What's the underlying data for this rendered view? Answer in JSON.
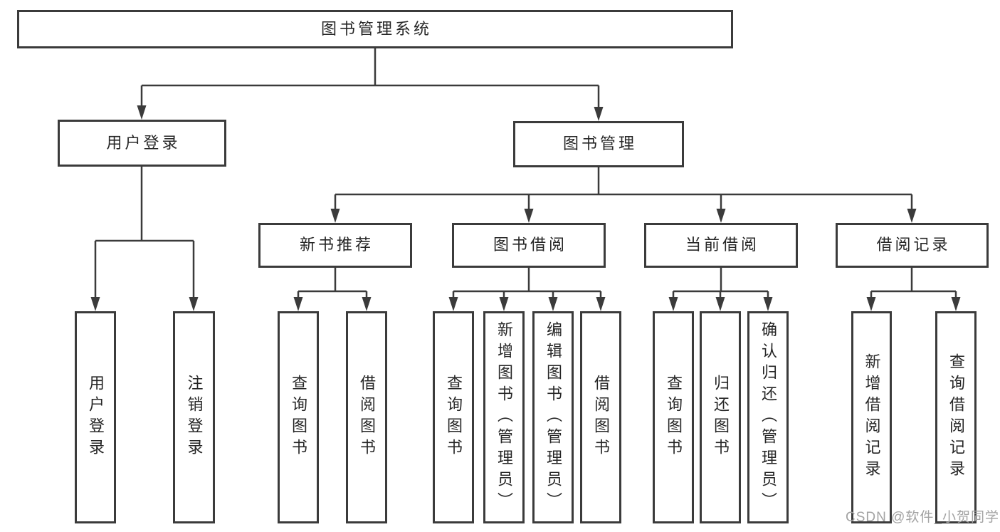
{
  "watermark": "CSDN @软件_小贺同学",
  "tree": {
    "root": {
      "label": "图书管理系统"
    },
    "level2": [
      {
        "label": "用户登录"
      },
      {
        "label": "图书管理"
      }
    ],
    "level3": [
      {
        "label": "新书推荐",
        "parent": "图书管理"
      },
      {
        "label": "图书借阅",
        "parent": "图书管理"
      },
      {
        "label": "当前借阅",
        "parent": "图书管理"
      },
      {
        "label": "借阅记录",
        "parent": "图书管理"
      }
    ],
    "leaves": [
      {
        "label": "用户登录",
        "parent": "用户登录"
      },
      {
        "label": "注销登录",
        "parent": "用户登录"
      },
      {
        "label": "查询图书",
        "parent": "新书推荐"
      },
      {
        "label": "借阅图书",
        "parent": "新书推荐"
      },
      {
        "label": "查询图书",
        "parent": "图书借阅"
      },
      {
        "label": "新增图书（管理员）",
        "parent": "图书借阅"
      },
      {
        "label": "编辑图书（管理员）",
        "parent": "图书借阅"
      },
      {
        "label": "借阅图书",
        "parent": "图书借阅"
      },
      {
        "label": "查询图书",
        "parent": "当前借阅"
      },
      {
        "label": "归还图书",
        "parent": "当前借阅"
      },
      {
        "label": "确认归还（管理员）",
        "parent": "当前借阅"
      },
      {
        "label": "新增借阅记录",
        "parent": "借阅记录"
      },
      {
        "label": "查询借阅记录",
        "parent": "借阅记录"
      }
    ]
  }
}
